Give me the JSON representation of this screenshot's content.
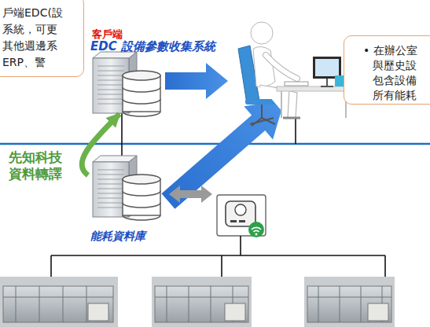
{
  "diagram": {
    "nodes": [
      {
        "text": [
          "戶端EDC(設 系統，可更 其他週邊系 ERP、警"
        ]
      },
      {
        "text": [
          "客戶端",
          "EDC 設備參數收集系統"
        ]
      },
      {
        "text": [
          "• 在辦公室 與歷史設 包含設備 所有能耗"
        ]
      },
      {
        "text": [
          "能耗資料庫"
        ]
      }
    ],
    "edges": [
      {
        "from": 3,
        "to": 1,
        "arrow": "to",
        "label": "先知科技 資料轉譯"
      }
    ]
  }
}
